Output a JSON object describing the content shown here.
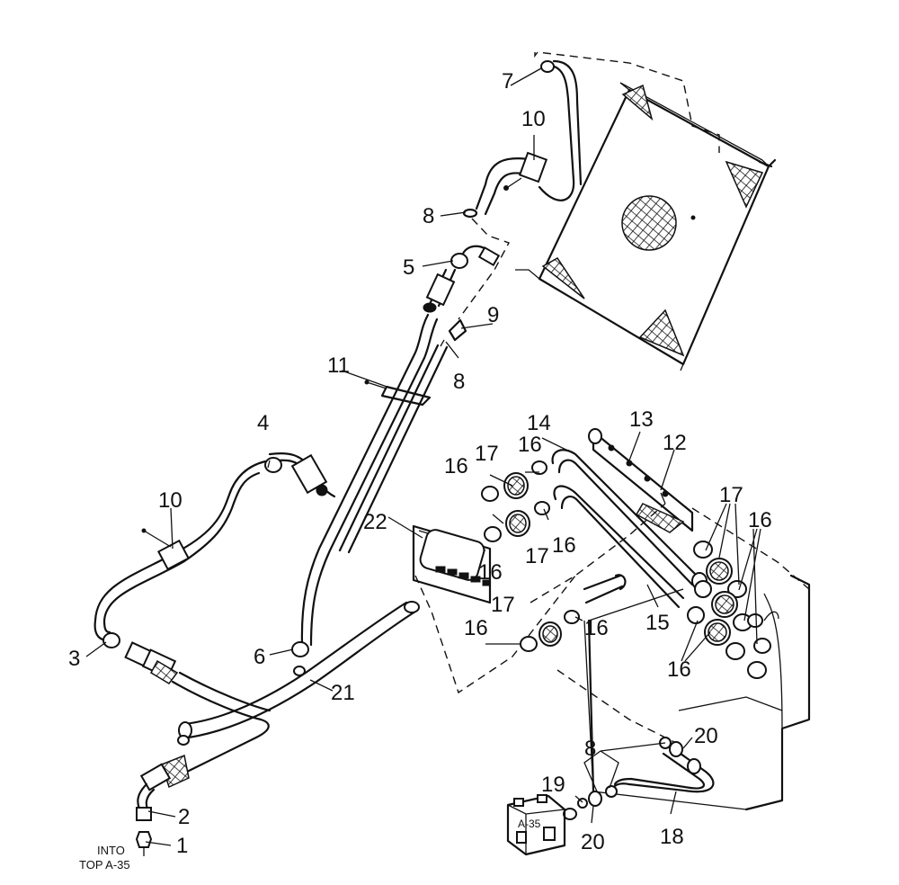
{
  "callouts": {
    "c1": "1",
    "c2": "2",
    "c3": "3",
    "c4": "4",
    "c5": "5",
    "c6": "6",
    "c7": "7",
    "c8a": "8",
    "c8b": "8",
    "c8c": "8",
    "c9": "9",
    "c10a": "10",
    "c10b": "10",
    "c11": "11",
    "c12": "12",
    "c13": "13",
    "c14": "14",
    "c15": "15",
    "c16a": "16",
    "c16b": "16",
    "c16c": "16",
    "c16d": "16",
    "c16e": "16",
    "c16f": "16",
    "c16g": "16",
    "c16h": "16",
    "c17a": "17",
    "c17b": "17",
    "c17c": "17",
    "c17d": "17",
    "c18": "18",
    "c19": "19",
    "c20a": "20",
    "c20b": "20",
    "c21": "21",
    "c22": "22"
  },
  "note": {
    "line1": "INTO",
    "line2": "TOP A-35"
  },
  "valve_label": "A-35"
}
